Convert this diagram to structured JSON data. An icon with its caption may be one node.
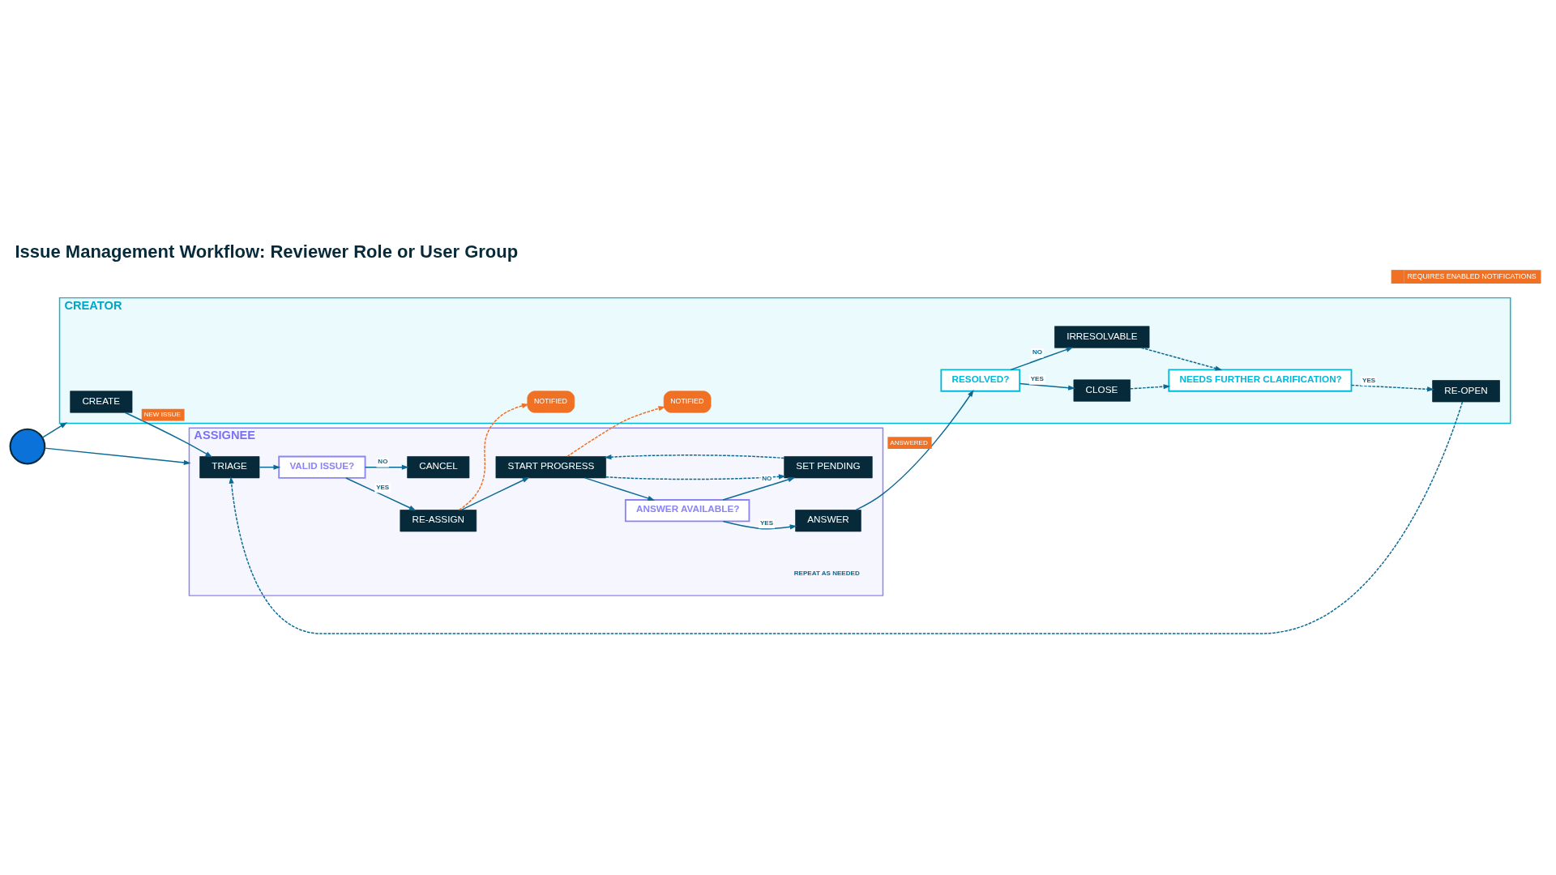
{
  "diagram": {
    "title": "Issue Management Workflow: Reviewer Role or User Group",
    "nodes": [
      {
        "text": [
          "CREATOR"
        ]
      },
      {
        "text": [
          "CREATE"
        ],
        "in": 0
      },
      {
        "text": [
          "RE-OPEN"
        ],
        "in": 0
      },
      {
        "text": [
          "NEEDS FURTHER CLARIFICATION?"
        ],
        "in": 0
      },
      {
        "text": [
          "CLOSE"
        ],
        "in": 0
      },
      {
        "text": [
          "RESOLVED?"
        ],
        "in": 0
      },
      {
        "text": [
          "IRRESOLVABLE"
        ],
        "in": 0
      },
      {
        "text": [
          "NOTIFIED"
        ],
        "in": 0
      },
      {
        "text": [
          "NOTIFIED"
        ],
        "in": 0
      },
      {
        "text": [
          "ASSIGNEE"
        ]
      },
      {
        "text": [
          "TRIAGE"
        ],
        "in": 9
      },
      {
        "text": [
          "VALID ISSUE?"
        ],
        "in": 9
      },
      {
        "text": [
          "RE-ASSIGN"
        ],
        "in": 9
      },
      {
        "text": [
          "START PROGRESS"
        ],
        "in": 9
      },
      {
        "text": [
          "ANSWER"
        ],
        "in": 9
      },
      {
        "text": [
          "CANCEL"
        ],
        "in": 9
      },
      {
        "text": [
          "ANSWER AVAILABLE?"
        ],
        "in": 9
      },
      {
        "text": [
          "SET PENDING"
        ],
        "in": 9
      },
      {
        "text": [],
        "shape": "circle"
      }
    ],
    "edges": [
      {
        "from": 18,
        "to": 0,
        "arrow": "to"
      },
      {
        "from": 18,
        "to": 9,
        "arrow": "to"
      },
      {
        "from": 1,
        "to": 10,
        "arrow": "to",
        "label": "NEW ISSUE"
      },
      {
        "from": 2,
        "to": 10,
        "arrow": "to",
        "style": "dashed"
      },
      {
        "from": 3,
        "to": 2,
        "arrow": "to",
        "style": "dashed",
        "label": "YES"
      },
      {
        "from": 4,
        "to": 3,
        "arrow": "to",
        "style": "dashed"
      },
      {
        "from": 6,
        "to": 3,
        "arrow": "to",
        "style": "dashed"
      },
      {
        "from": 5,
        "to": 4,
        "arrow": "to",
        "label": "YES"
      },
      {
        "from": 5,
        "to": 6,
        "arrow": "to",
        "label": "NO"
      },
      {
        "from": 14,
        "to": 5,
        "arrow": "to",
        "label": "ANSWERED"
      },
      {
        "from": 10,
        "to": 11,
        "arrow": "to"
      },
      {
        "from": 11,
        "to": 12,
        "arrow": "to",
        "label": "YES"
      },
      {
        "from": 11,
        "to": 15,
        "arrow": "to",
        "label": "NO"
      },
      {
        "from": 12,
        "to": 7,
        "arrow": "to",
        "style": "dashed",
        "color": "#f07024"
      },
      {
        "from": 12,
        "to": 13,
        "arrow": "to"
      },
      {
        "from": 13,
        "to": 8,
        "arrow": "to",
        "style": "dashed",
        "color": "#f07024"
      },
      {
        "from": 13,
        "to": 17,
        "arrow": "to",
        "style": "dashed"
      },
      {
        "from": 17,
        "to": 13,
        "arrow": "to",
        "style": "dashed"
      },
      {
        "from": 13,
        "to": 16,
        "arrow": "to"
      },
      {
        "from": 16,
        "to": 14,
        "arrow": "to",
        "label": "YES"
      },
      {
        "from": 16,
        "to": 17,
        "arrow": "to",
        "label": "NO"
      }
    ],
    "labels": [
      "REPEAT AS NEEDED"
    ],
    "legend": [
      {
        "text": "REQUIRES ENABLED NOTIFICATIONS",
        "color": "#f07024"
      }
    ]
  }
}
